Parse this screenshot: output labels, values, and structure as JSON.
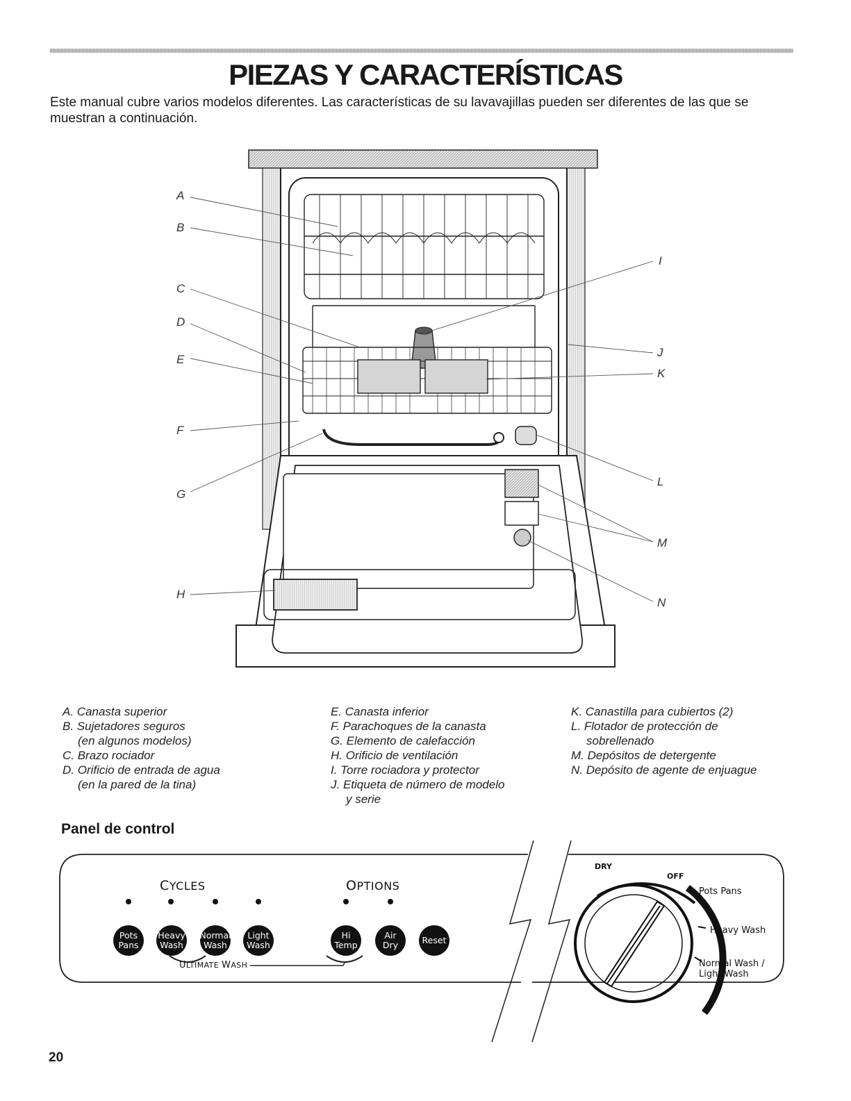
{
  "header": {
    "title": "PIEZAS Y CARACTERÍSTICAS",
    "intro": "Este manual cubre varios modelos diferentes. Las características de su lavavajillas pueden ser diferentes de las que se muestran a continuación."
  },
  "diagram": {
    "callouts": [
      "A",
      "B",
      "C",
      "D",
      "E",
      "F",
      "G",
      "H",
      "I",
      "J",
      "K",
      "L",
      "M",
      "N"
    ]
  },
  "legend": {
    "col1": [
      {
        "text": "A. Canasta superior"
      },
      {
        "text": "B. Sujetadores seguros"
      },
      {
        "text": "(en algunos modelos)"
      },
      {
        "text": "C. Brazo rociador"
      },
      {
        "text": "D. Orificio de entrada de agua"
      },
      {
        "text": "(en la pared de la tina)"
      }
    ],
    "col2": [
      {
        "text": "E. Canasta inferior"
      },
      {
        "text": "F. Parachoques de la canasta"
      },
      {
        "text": "G. Elemento de calefacción"
      },
      {
        "text": "H. Orificio de ventilación"
      },
      {
        "text": "I. Torre rociadora y protector"
      },
      {
        "text": "J. Etiqueta de número de modelo"
      },
      {
        "text": "y serie"
      }
    ],
    "col3": [
      {
        "text": "K. Canastilla para cubiertos (2)"
      },
      {
        "text": "L. Flotador de protección de"
      },
      {
        "text": "sobrellenado"
      },
      {
        "text": "M. Depósitos de detergente"
      },
      {
        "text": "N. Depósito de agente de enjuague"
      }
    ]
  },
  "control_panel": {
    "heading": "Panel de control",
    "cycles_label_first": "C",
    "cycles_label_rest": "YCLES",
    "options_label_first": "O",
    "options_label_rest": "PTIONS",
    "buttons": [
      {
        "line1": "Pots",
        "line2": "Pans"
      },
      {
        "line1": "Heavy",
        "line2": "Wash"
      },
      {
        "line1": "Normal",
        "line2": "Wash"
      },
      {
        "line1": "Light",
        "line2": "Wash"
      },
      {
        "line1": "Hi",
        "line2": "Temp"
      },
      {
        "line1": "Air",
        "line2": "Dry"
      },
      {
        "line1": "Reset",
        "line2": ""
      }
    ],
    "ultimate_first_u": "U",
    "ultimate_rest_1": "LTIMATE",
    "ultimate_first_w": "W",
    "ultimate_rest_2": "ASH",
    "dial": {
      "dry": "DRY",
      "off": "OFF",
      "pots_pans": "Pots Pans",
      "heavy_wash": "Heavy Wash",
      "normal_light_1": "Normal Wash /",
      "normal_light_2": "Light Wash"
    }
  },
  "footer": {
    "page_number": "20"
  }
}
